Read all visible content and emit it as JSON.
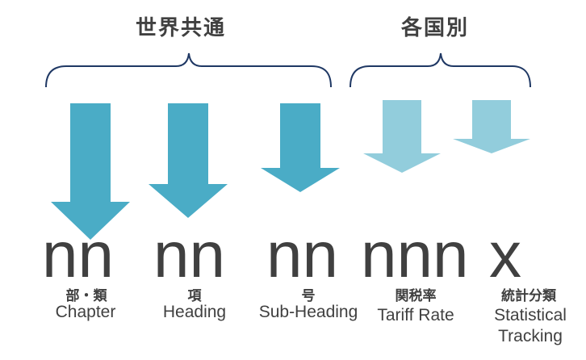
{
  "headers": {
    "global": "世界共通",
    "national": "各国別"
  },
  "colors": {
    "text": "#404040",
    "bracket": "#1F3864",
    "arrow_global": "#4AACC6",
    "arrow_national": "#92CDDC"
  },
  "segments": [
    {
      "code": "nn",
      "label_jp": "部・類",
      "label_en": "Chapter"
    },
    {
      "code": "nn",
      "label_jp": "項",
      "label_en": "Heading"
    },
    {
      "code": "nn",
      "label_jp": "号",
      "label_en": "Sub-Heading"
    },
    {
      "code": "nnn",
      "label_jp": "関税率",
      "label_en": "Tariff Rate"
    },
    {
      "code": "x",
      "label_jp": "統計分類",
      "label_en": "Statistical Tracking"
    }
  ]
}
